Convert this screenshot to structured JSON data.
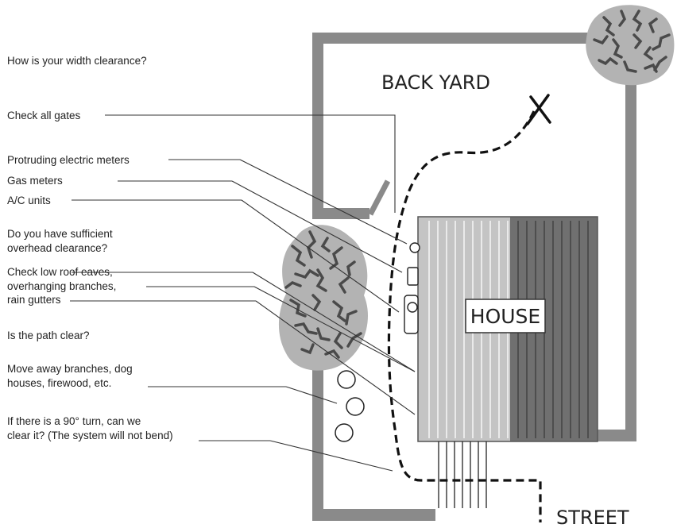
{
  "diagram": {
    "labels": {
      "back_yard": "BACK YARD",
      "house": "HOUSE",
      "street": "STREET",
      "x_mark": "X"
    },
    "checklist": [
      {
        "id": "width",
        "lines": [
          "How is your width clearance?"
        ]
      },
      {
        "id": "gates",
        "lines": [
          "Check all gates"
        ]
      },
      {
        "id": "electric",
        "lines": [
          "Protruding electric meters"
        ]
      },
      {
        "id": "gas",
        "lines": [
          "Gas meters"
        ]
      },
      {
        "id": "ac",
        "lines": [
          "A/C units"
        ]
      },
      {
        "id": "overhead",
        "lines": [
          "Do you have sufficient",
          "overhead clearance?"
        ]
      },
      {
        "id": "eaves",
        "lines": [
          "Check low roof eaves,",
          "overhanging branches,",
          "rain gutters"
        ]
      },
      {
        "id": "path",
        "lines": [
          "Is the path clear?"
        ]
      },
      {
        "id": "branches",
        "lines": [
          "Move away branches, dog",
          "houses, firewood, etc."
        ]
      },
      {
        "id": "turn",
        "lines": [
          "If there is a 90° turn, can we",
          "clear it? (The system will not bend)"
        ]
      }
    ],
    "colors": {
      "wall": "#8a8a8a",
      "house_light": "#c4c4c4",
      "house_dark": "#707070",
      "stripe": "#ffffff",
      "bush_fill": "#b3b3b3",
      "bush_branch": "#4a4a4a",
      "path": "#111111",
      "leader": "#333333"
    }
  }
}
